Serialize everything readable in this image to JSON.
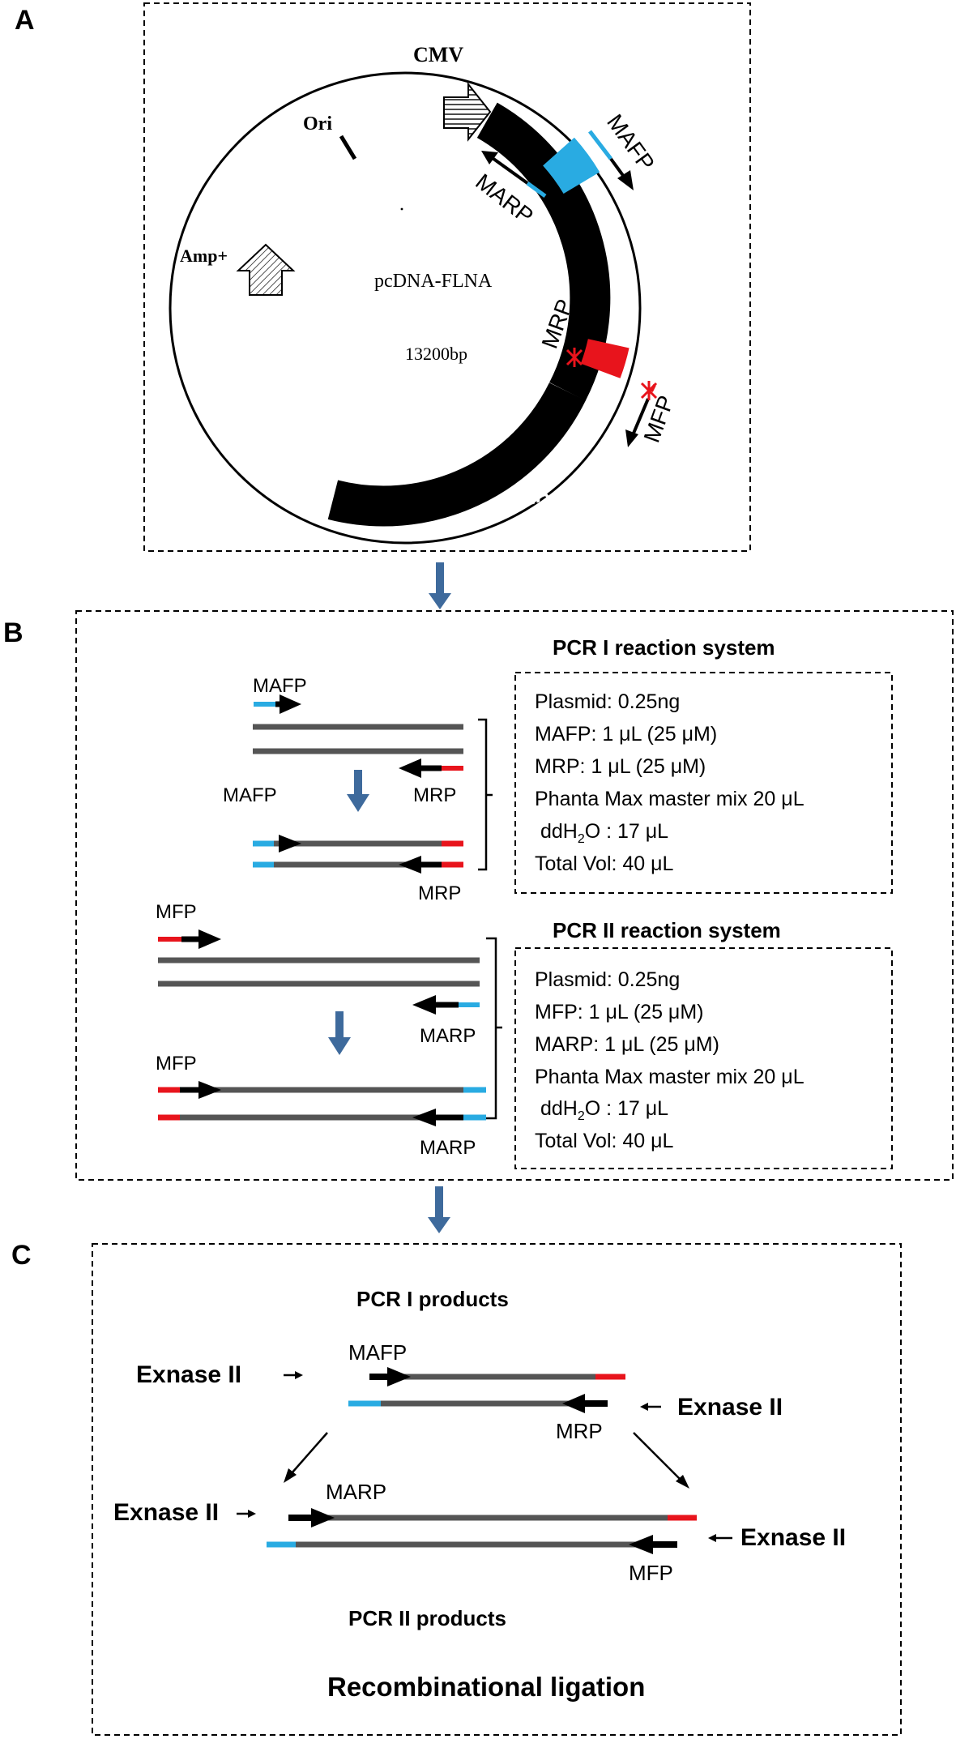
{
  "panels": {
    "a": {
      "letter": "A",
      "plasmid_name": "pcDNA-FLNA",
      "plasmid_size": "13200bp",
      "ori": "Ori",
      "cmv": "CMV",
      "amp": "Amp+",
      "flna": "FLNA",
      "primers": {
        "mafp": "MAFP",
        "marp": "MARP",
        "mrp": "MRP",
        "mfp": "MFP"
      }
    },
    "b": {
      "letter": "B",
      "pcr1": {
        "title": "PCR  I  reaction system",
        "fwd": "MAFP",
        "fwd2": "MAFP",
        "rev": "MRP",
        "rev2": "MRP",
        "lines": [
          "Plasmid: 0.25ng",
          "MAFP: 1 μL (25 μM)",
          "MRP: 1 μL  (25 μM)",
          "Phanta Max master mix 20 μL",
          " ddH",
          "Total Vol: 40 μL"
        ],
        "ddh_sub": "2",
        "ddh_tail": "O : 17 μL"
      },
      "pcr2": {
        "title": "PCR  II reaction system",
        "fwd": "MFP",
        "fwd2": "MFP",
        "rev": "MARP",
        "rev2": "MARP",
        "lines": [
          "Plasmid: 0.25ng",
          "MFP: 1 μL (25 μM)",
          "MARP: 1 μL  (25 μM)",
          "Phanta Max master mix 20 μL",
          " ddH",
          "Total Vol: 40 μL"
        ],
        "ddh_sub": "2",
        "ddh_tail": "O : 17 μL"
      }
    },
    "c": {
      "letter": "C",
      "pcr1_products": "PCR  I products",
      "pcr2_products": "PCR  II products",
      "exnase": "Exnase II",
      "mafp": "MAFP",
      "mrp": "MRP",
      "marp": "MARP",
      "mfp": "MFP",
      "ligation": "Recombinational ligation"
    }
  },
  "colors": {
    "strand": "#555555",
    "blue_tag": "#29abe2",
    "red_tag": "#e8141c",
    "flow_arrow": "#3e6a9c",
    "backbone": "#000000"
  }
}
